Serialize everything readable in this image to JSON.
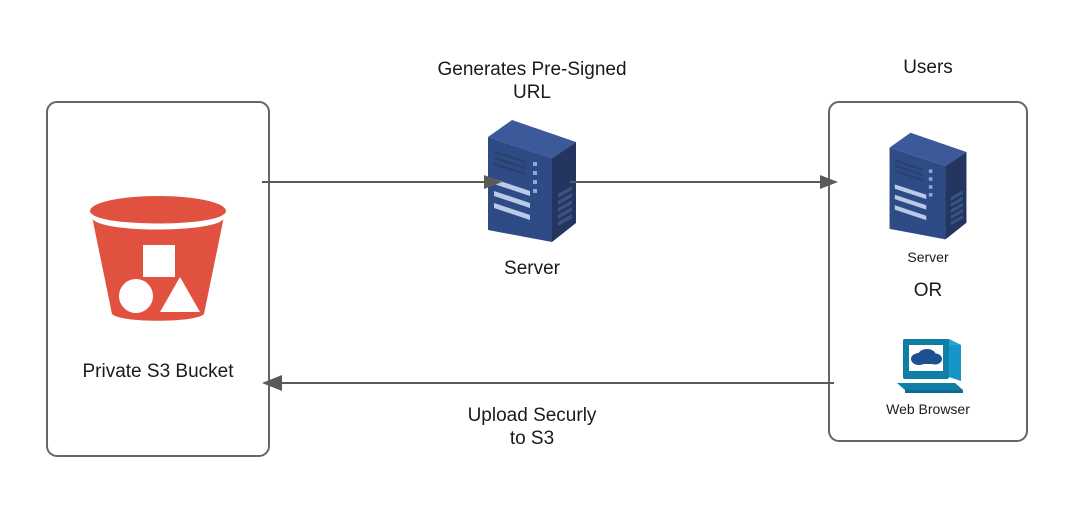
{
  "diagram": {
    "title": "Pre-Signed URL S3 upload flow",
    "background": "#ffffff",
    "colors": {
      "box_border": "#666666",
      "connector": "#5a5a5a",
      "text": "#1a1a1a",
      "s3_red": "#e0523f",
      "server_front": "#2f4b86",
      "server_top": "#3c5999",
      "server_side": "#24365f",
      "browser_teal": "#0f7fa8",
      "browser_cloud": "#1d4f91"
    }
  },
  "nodes": {
    "bucket": {
      "label": "Private S3 Bucket",
      "icon": "s3-bucket-icon"
    },
    "middle_server": {
      "label": "Server",
      "icon": "server-icon",
      "caption": "Generates Pre-Signed\nURL"
    },
    "users": {
      "title": "Users",
      "server_label": "Server",
      "or_label": "OR",
      "browser_label": "Web Browser",
      "server_icon": "server-icon",
      "browser_icon": "web-browser-icon"
    }
  },
  "connectors": {
    "bucket_to_server": {
      "name": "bucket-to-server-arrow",
      "direction": "right",
      "label": ""
    },
    "server_to_users": {
      "name": "server-to-users-arrow",
      "direction": "right",
      "label": ""
    },
    "users_to_bucket": {
      "name": "users-to-bucket-arrow",
      "direction": "left",
      "label": "Upload Securly\nto S3"
    }
  }
}
